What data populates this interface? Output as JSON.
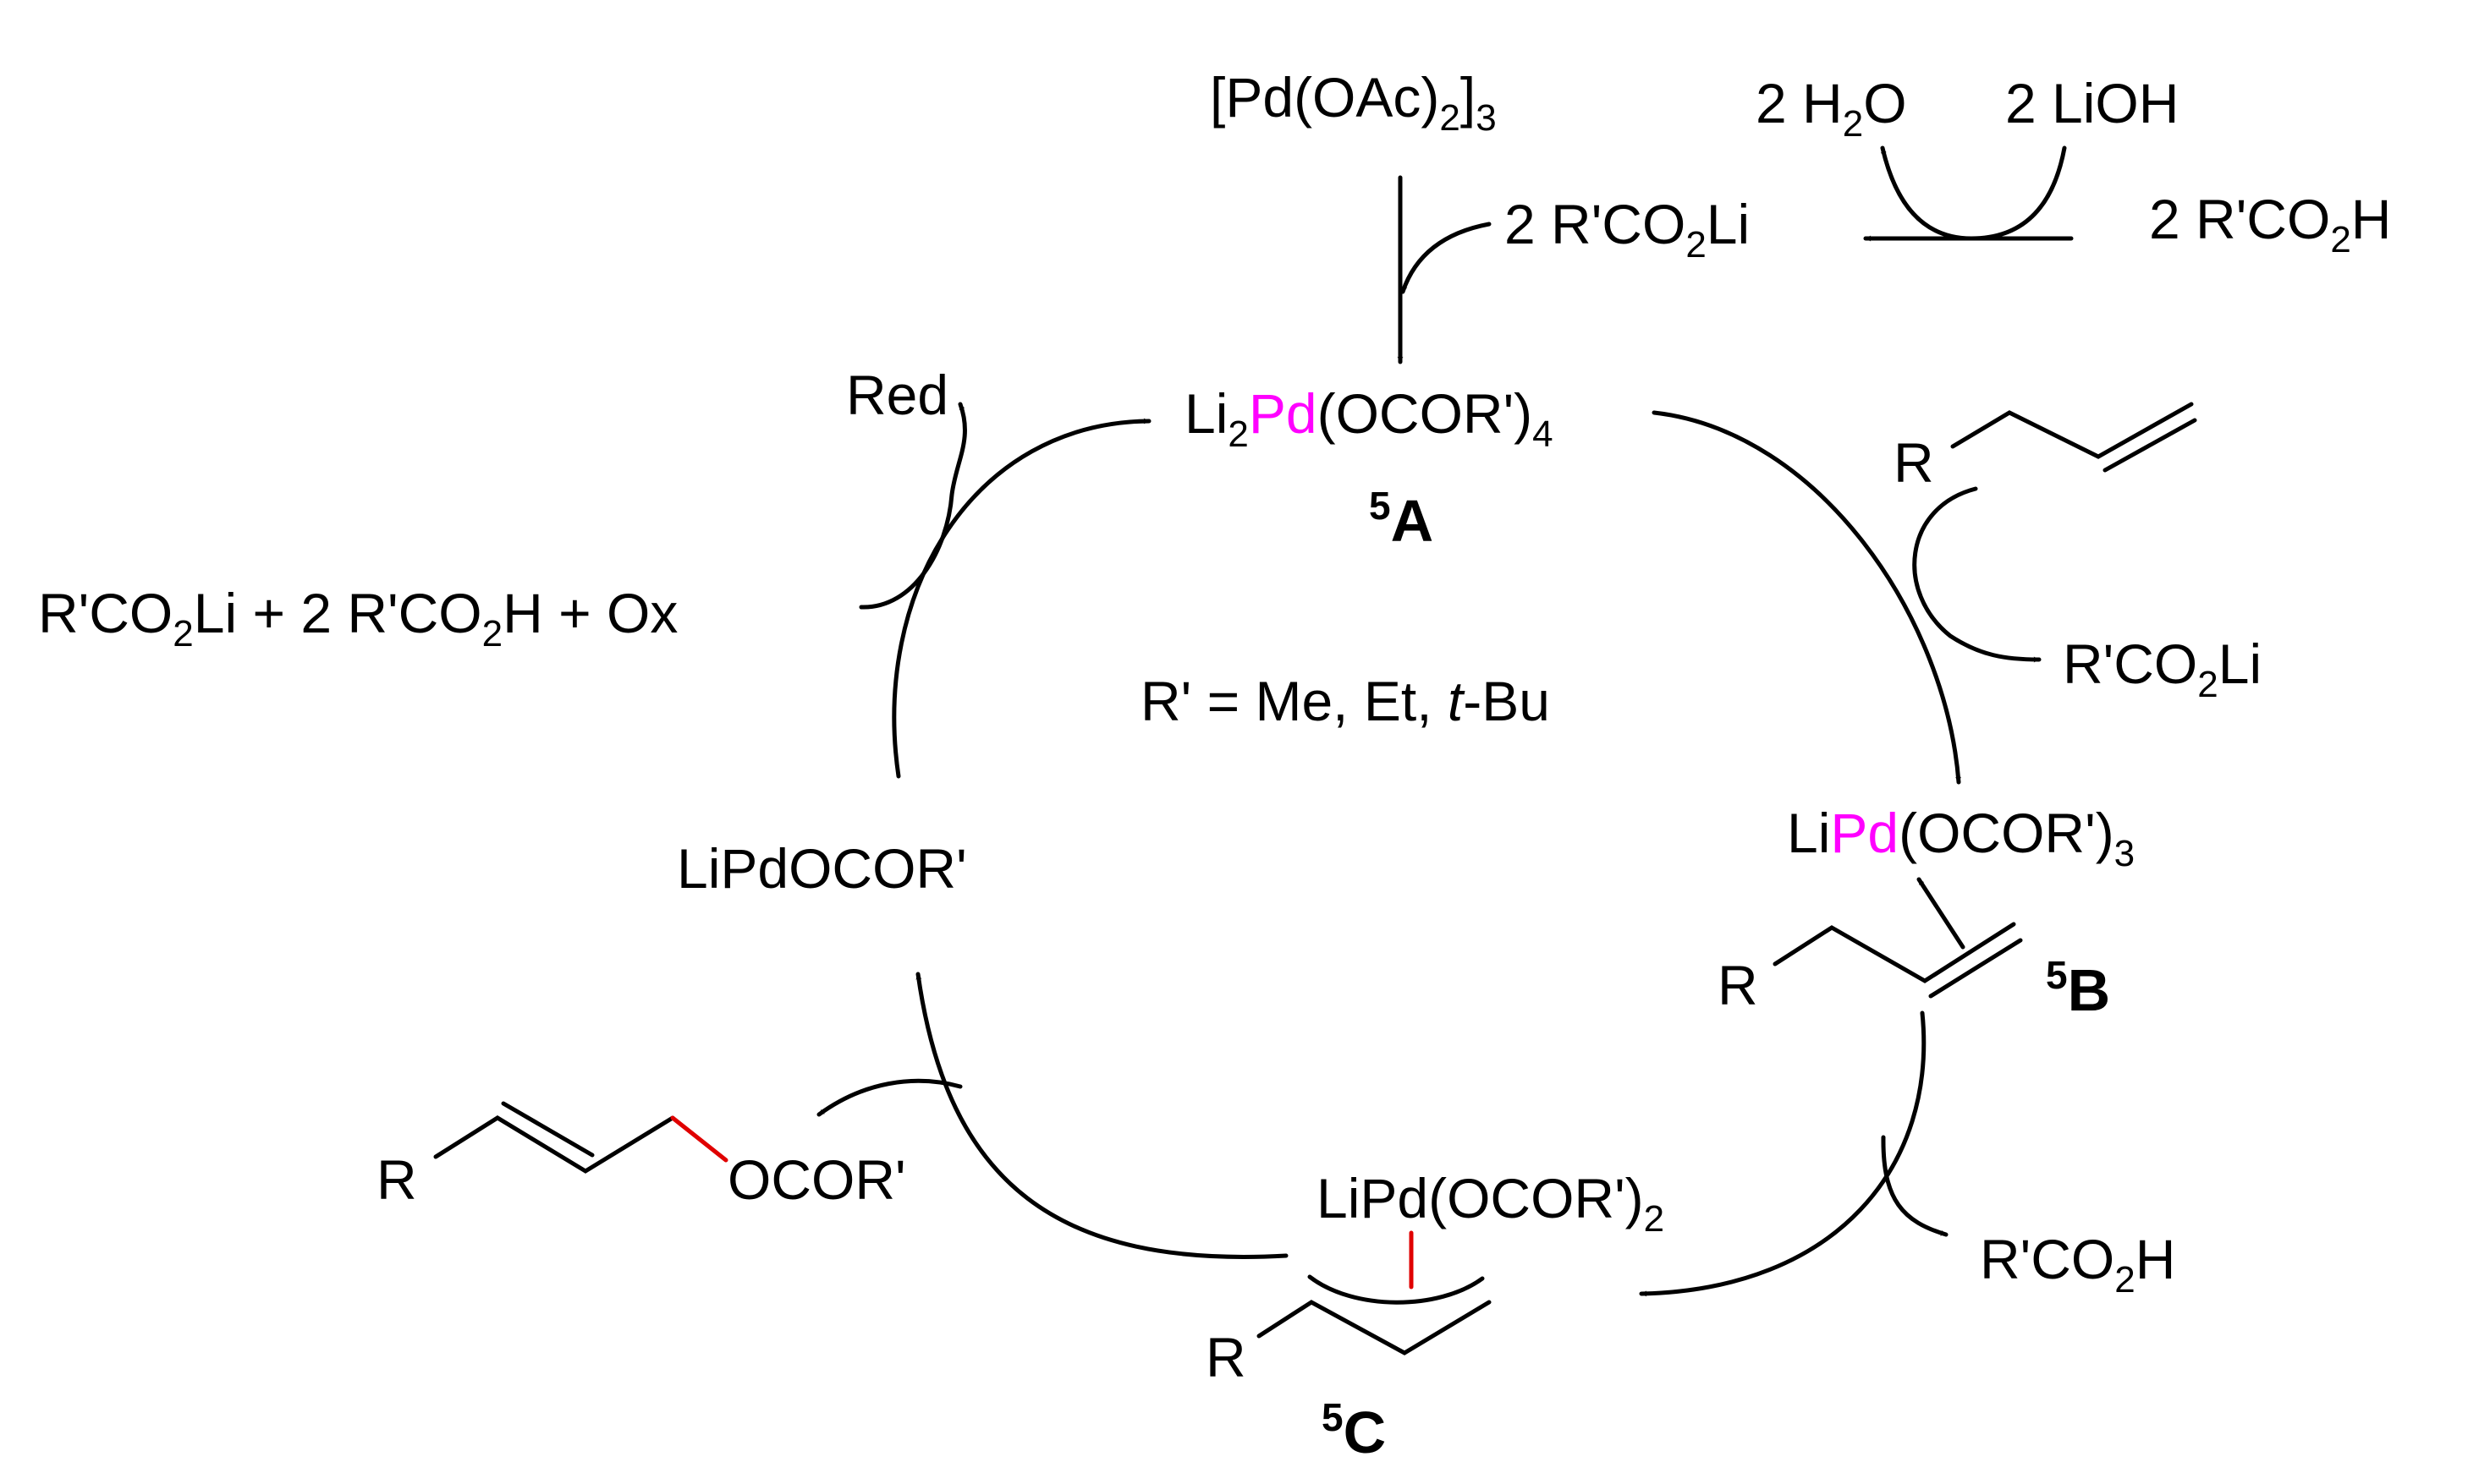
{
  "colors": {
    "text": "#000000",
    "palladium": "#ff00ff",
    "new_bond": "#e00000",
    "background": "#ffffff"
  },
  "precatalyst": {
    "pre": "[Pd(OAc)",
    "sub1": "2",
    "mid": "]",
    "sub2": "3"
  },
  "activation": {
    "water": {
      "pre": "2 H",
      "sub": "2",
      "post": "O"
    },
    "lioh": "2 LiOH",
    "carboxylate": {
      "pre": "2 R'CO",
      "sub": "2",
      "post": "Li"
    },
    "acid": {
      "pre": "2 R'CO",
      "sub": "2",
      "post": "H"
    }
  },
  "species_A": {
    "formula": {
      "li": "Li",
      "li_sub": "2",
      "pd": "Pd",
      "rest": "(OCOR')",
      "rest_sub": "4"
    },
    "label": {
      "sup": "5",
      "letter": "A"
    }
  },
  "species_B": {
    "formula": {
      "li": "Li",
      "pd": "Pd",
      "rest": "(OCOR')",
      "rest_sub": "3"
    },
    "alkene_r": "R",
    "label": {
      "sup": "5",
      "letter": "B"
    }
  },
  "species_C": {
    "formula": {
      "pre": "LiPd(OCOR')",
      "sub": "2"
    },
    "allyl_r": "R",
    "label": {
      "sup": "5",
      "letter": "C"
    }
  },
  "species_D": {
    "formula": "LiPdOCOR'"
  },
  "substrate": {
    "r": "R"
  },
  "release_step_1": {
    "pre": "R'CO",
    "sub": "2",
    "post": "Li"
  },
  "release_step_2": {
    "pre": "R'CO",
    "sub": "2",
    "post": "H"
  },
  "product": {
    "r": "R",
    "group": "OCOR'"
  },
  "reoxidation": {
    "reagents": {
      "a": "R'CO",
      "a_sub": "2",
      "b": "Li + 2 R'CO",
      "b_sub": "2",
      "c": "H + Ox"
    },
    "byproduct": "Red"
  },
  "legend": {
    "pre": "R' = Me, Et, ",
    "italic": "t",
    "post": "-Bu"
  }
}
